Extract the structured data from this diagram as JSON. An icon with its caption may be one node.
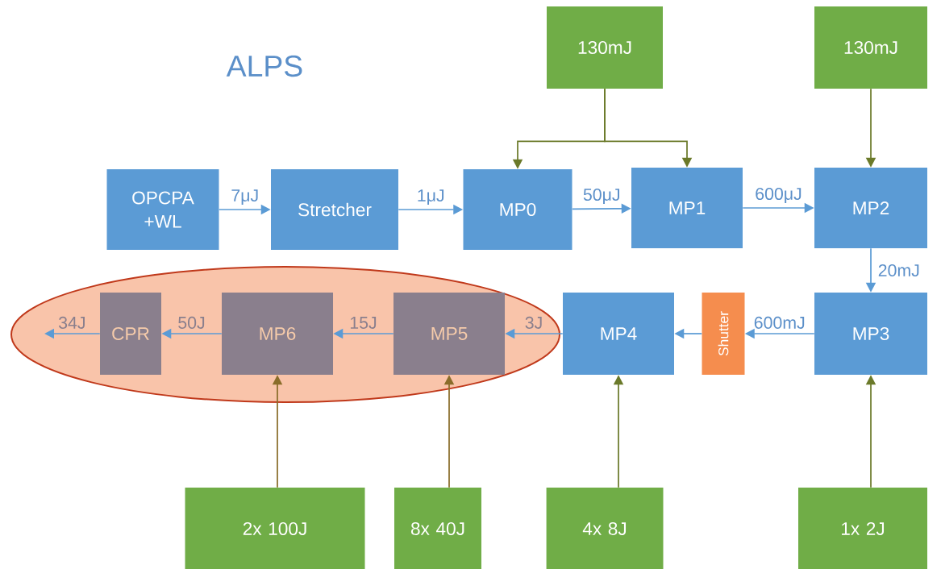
{
  "diagram": {
    "title": "ALPS",
    "nodes": [
      {
        "text": [
          "130mJ"
        ]
      },
      {
        "text": [
          "130mJ"
        ]
      },
      {
        "text": [
          "OPCPA +WL"
        ]
      },
      {
        "text": [
          "Stretcher"
        ]
      },
      {
        "text": [
          "MP0"
        ]
      },
      {
        "text": [
          "MP1"
        ]
      },
      {
        "text": [
          "MP2"
        ]
      },
      {
        "text": [],
        "shape": "ellipse"
      },
      {
        "text": [
          "CPR"
        ],
        "in": 7
      },
      {
        "text": [
          "MP6"
        ],
        "in": 7
      },
      {
        "text": [
          "MP5"
        ],
        "in": 7
      },
      {
        "text": [
          "MP4"
        ]
      },
      {
        "text": [
          "Shutter"
        ]
      },
      {
        "text": [
          "MP3"
        ]
      },
      {
        "text": [
          "2x 100J"
        ]
      },
      {
        "text": [
          "8x 40J"
        ]
      },
      {
        "text": [
          "4x 8J"
        ]
      },
      {
        "text": [
          "1x 2J"
        ]
      }
    ],
    "edges": [
      {
        "from": 0,
        "to": 4,
        "arrow": "to",
        "color": "#6b7a2a"
      },
      {
        "from": 0,
        "to": 5,
        "arrow": "to",
        "color": "#6b7a2a"
      },
      {
        "from": 1,
        "to": 6,
        "arrow": "to",
        "color": "#6b7a2a"
      },
      {
        "from": 2,
        "to": 3,
        "arrow": "to",
        "label": "7μJ"
      },
      {
        "from": 3,
        "to": 4,
        "arrow": "to",
        "label": "1μJ"
      },
      {
        "from": 4,
        "to": 5,
        "arrow": "to",
        "label": "50μJ"
      },
      {
        "from": 5,
        "to": 6,
        "arrow": "to",
        "label": "600μJ"
      },
      {
        "from": 6,
        "to": 13,
        "arrow": "to",
        "label": "20mJ"
      },
      {
        "from": 13,
        "to": 12,
        "arrow": "to",
        "label": "600mJ"
      },
      {
        "from": 12,
        "to": 11,
        "arrow": "to"
      },
      {
        "from": 11,
        "to": 10,
        "arrow": "to",
        "label": "3J"
      },
      {
        "from": 10,
        "to": 9,
        "arrow": "to",
        "label": "15J"
      },
      {
        "from": 9,
        "to": 8,
        "arrow": "to",
        "label": "50J"
      },
      {
        "from": 8,
        "to": null,
        "arrow": "to",
        "label": "34J"
      },
      {
        "from": 14,
        "to": 9,
        "arrow": "to",
        "color": "#8a6d2a"
      },
      {
        "from": 15,
        "to": 10,
        "arrow": "to",
        "color": "#8a6d2a"
      },
      {
        "from": 16,
        "to": 11,
        "arrow": "to",
        "color": "#6b7a2a"
      },
      {
        "from": 17,
        "to": 13,
        "arrow": "to",
        "color": "#6b7a2a"
      }
    ]
  }
}
